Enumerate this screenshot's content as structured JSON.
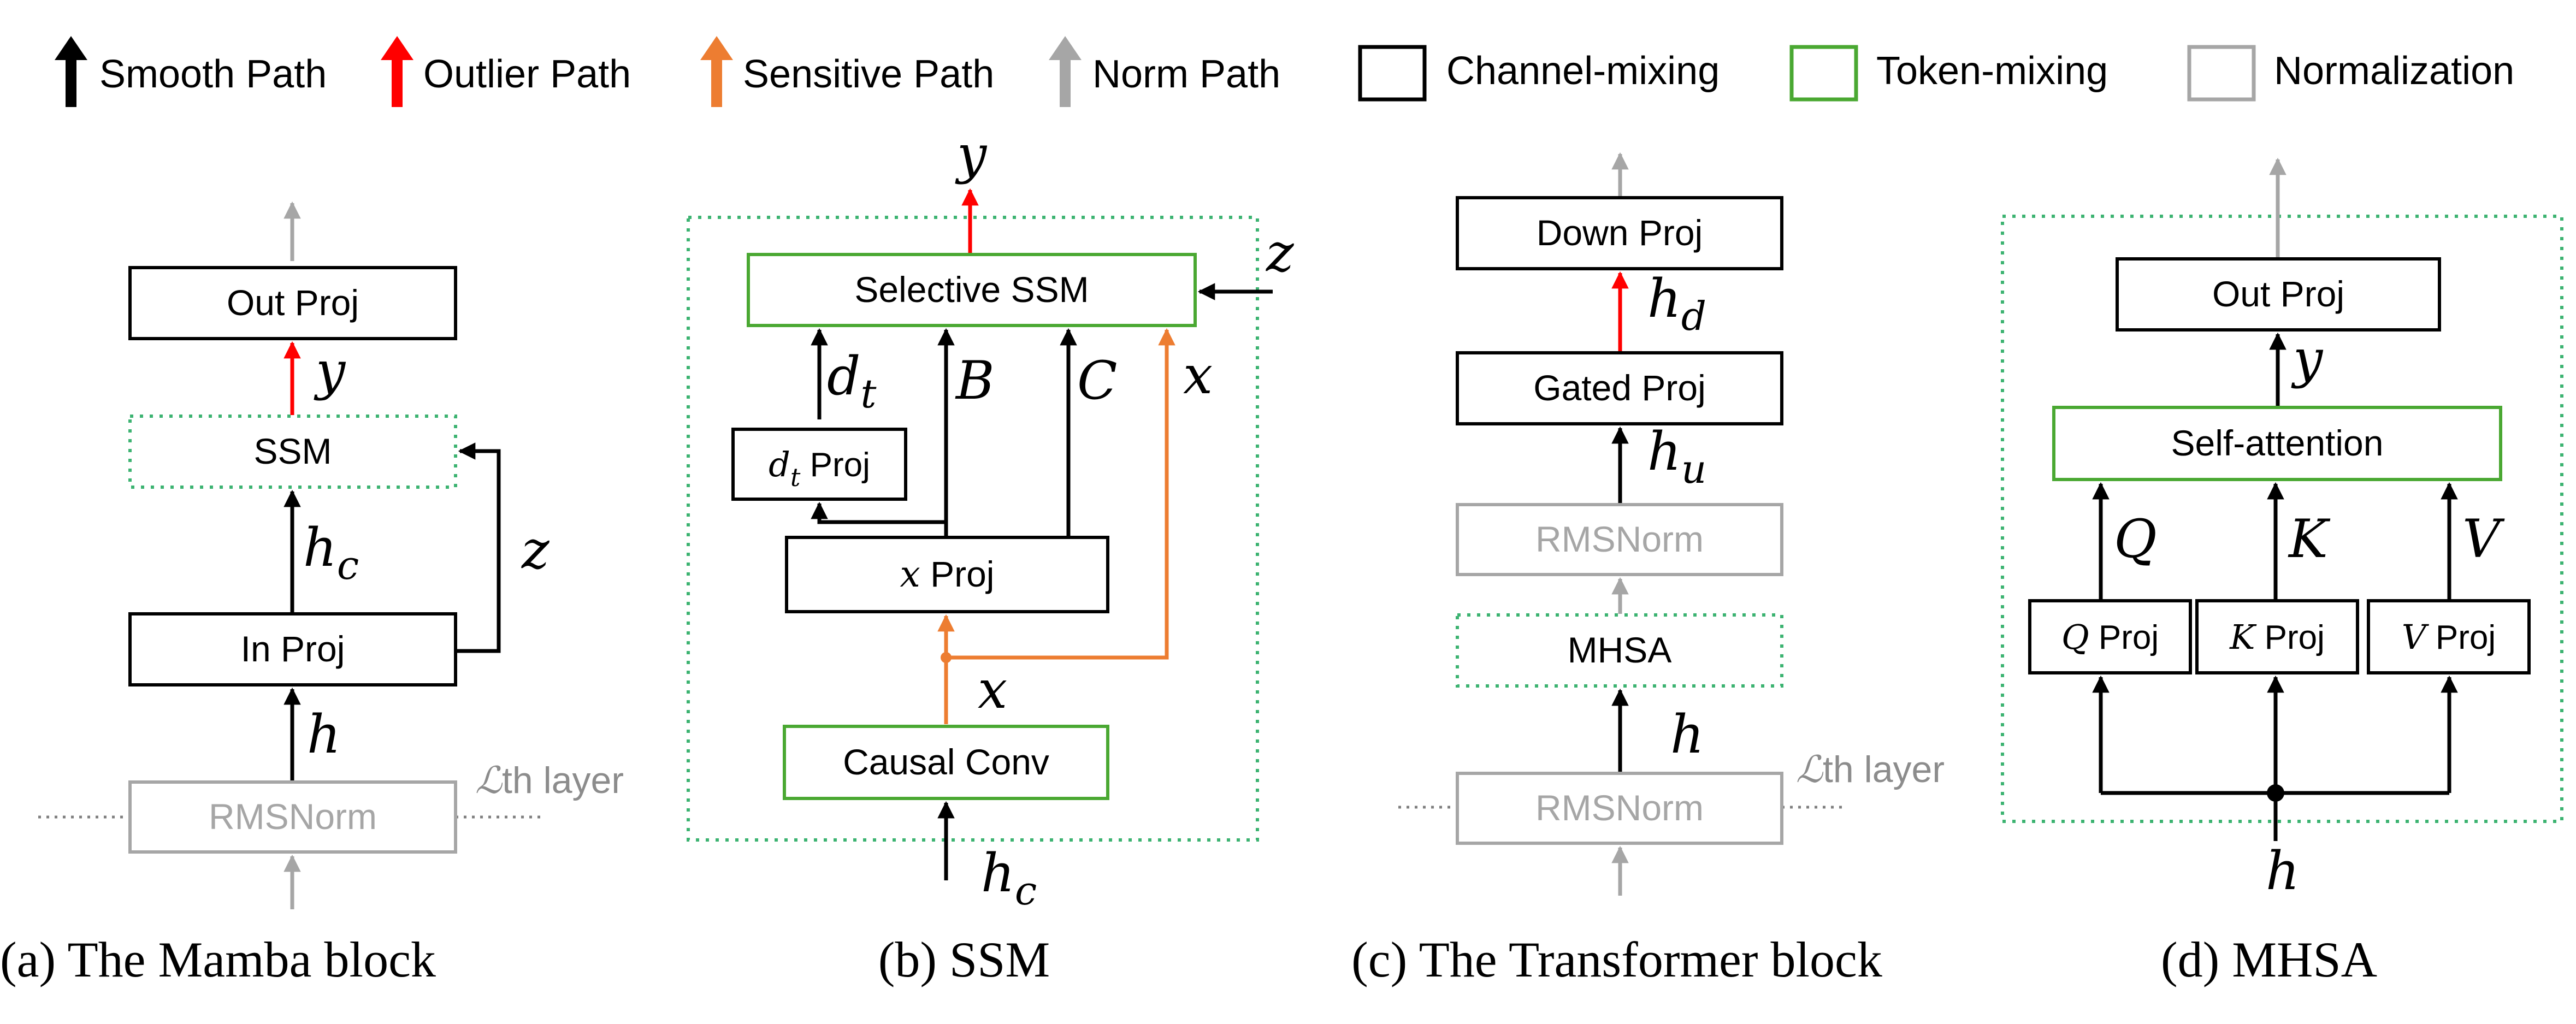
{
  "legend": {
    "smooth_path": "Smooth Path",
    "outlier_path": "Outlier Path",
    "sensitive_path": "Sensitive Path",
    "norm_path": "Norm Path",
    "channel_mixing": "Channel-mixing",
    "token_mixing": "Token-mixing",
    "normalization": "Normalization"
  },
  "panel_a": {
    "caption": "(a) The Mamba block",
    "out_proj": "Out Proj",
    "ssm": "SSM",
    "in_proj": "In Proj",
    "rmsnorm": "RMSNorm",
    "layer_label_prefix": "ℒ",
    "layer_label_suffix": "th layer",
    "label_y": "y",
    "label_hc_base": "h",
    "label_hc_sub": "c",
    "label_z": "z",
    "label_h": "h"
  },
  "panel_b": {
    "caption": "(b) SSM",
    "selective_ssm": "Selective SSM",
    "dt_proj_sym_base": "d",
    "dt_proj_sym_sub": "t",
    "dt_proj_text": " Proj",
    "x_proj_sym": "x",
    "x_proj_text": " Proj",
    "causal_conv": "Causal Conv",
    "label_y": "y",
    "label_z": "z",
    "label_dt_base": "d",
    "label_dt_sub": "t",
    "label_B": "B",
    "label_C": "C",
    "label_x_right": "x",
    "label_x_mid": "x",
    "label_hc_base": "h",
    "label_hc_sub": "c"
  },
  "panel_c": {
    "caption": "(c) The Transformer block",
    "down_proj": "Down Proj",
    "gated_proj": "Gated Proj",
    "rmsnorm_top": "RMSNorm",
    "mhsa": "MHSA",
    "rmsnorm_bottom": "RMSNorm",
    "layer_label_prefix": "ℒ",
    "layer_label_suffix": "th layer",
    "label_hd_base": "h",
    "label_hd_sub": "d",
    "label_hu_base": "h",
    "label_hu_sub": "u",
    "label_h": "h"
  },
  "panel_d": {
    "caption": "(d) MHSA",
    "out_proj": "Out Proj",
    "self_attention": "Self-attention",
    "q_proj_sym": "Q",
    "k_proj_sym": "K",
    "v_proj_sym": "V",
    "proj_text": " Proj",
    "label_y": "y",
    "label_Q": "Q",
    "label_K": "K",
    "label_V": "V",
    "label_h": "h"
  },
  "colors": {
    "smooth": "#000000",
    "outlier": "#ff0000",
    "sensitive": "#ed7d31",
    "norm": "#a6a6a6",
    "token_mixing": "#4aa832",
    "normalization_border": "#a6a6a6",
    "dotted_green": "#3cb371"
  }
}
